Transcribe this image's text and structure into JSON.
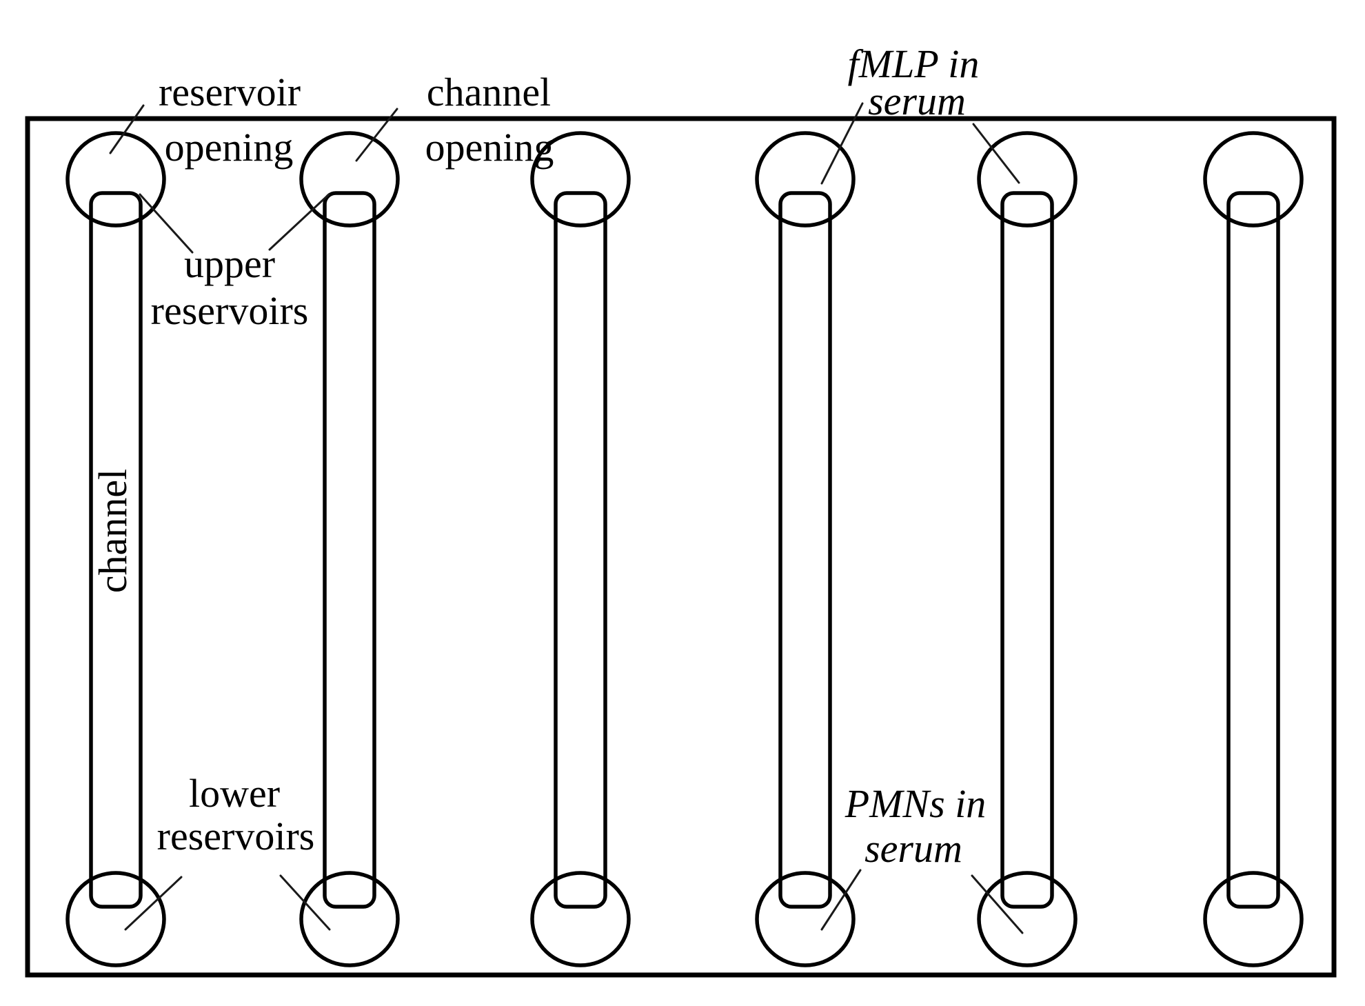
{
  "diagram": {
    "description": "microfluidic chip schematic with six vertical channels, each connecting an upper and a lower circular reservoir inside a rectangular chip outline",
    "channel_count": 6,
    "colors": {
      "stroke": "#000000",
      "background": "#ffffff"
    },
    "labels": {
      "reservoir_opening": {
        "lines": [
          "reservoir",
          "opening"
        ],
        "points_to": "upper reservoir 1"
      },
      "channel_opening": {
        "lines": [
          "channel",
          "opening"
        ],
        "points_to": "channel 2 top opening"
      },
      "fmlp_in_serum": {
        "lines": [
          "fMLP in",
          "serum"
        ],
        "points_to": "upper reservoirs 4 and 5"
      },
      "upper_reservoirs": {
        "lines": [
          "upper",
          "reservoirs"
        ],
        "points_to": "upper reservoirs 1 and 2"
      },
      "channel": {
        "lines": [
          "channel"
        ],
        "points_to": "channel 1"
      },
      "lower_reservoirs": {
        "lines": [
          "lower",
          "reservoirs"
        ],
        "points_to": "lower reservoirs 1 and 2"
      },
      "pmns_in_serum": {
        "lines": [
          "PMNs in",
          "serum"
        ],
        "points_to": "lower reservoirs 4 and 5"
      }
    }
  }
}
